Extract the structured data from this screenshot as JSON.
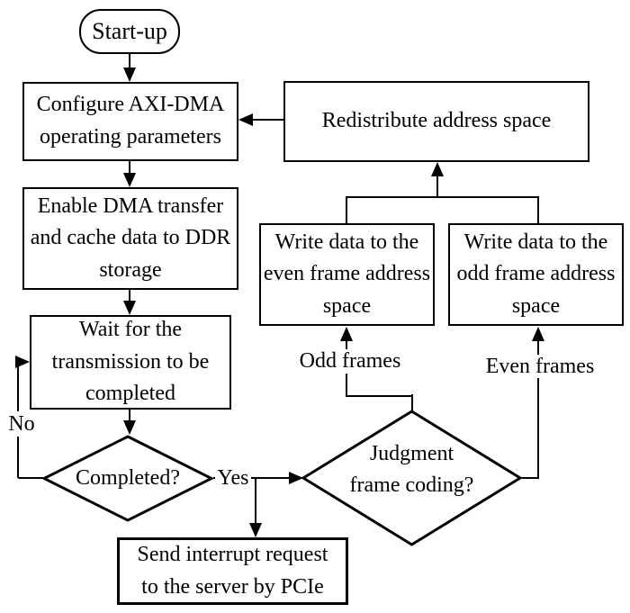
{
  "diagram": {
    "type": "flowchart",
    "colors": {
      "line": "#000000",
      "fill": "#ffffff",
      "text": "#000000"
    },
    "nodes": {
      "start": {
        "shape": "terminator",
        "label": "Start-up"
      },
      "configure": {
        "shape": "process",
        "label": "Configure AXI-DMA\noperating parameters"
      },
      "enable": {
        "shape": "process",
        "label": "Enable DMA transfer\nand cache data to DDR\nstorage"
      },
      "wait": {
        "shape": "process",
        "label": "Wait for the\ntransmission to be\ncompleted"
      },
      "completed": {
        "shape": "decision",
        "label": "Completed?"
      },
      "send": {
        "shape": "process",
        "label": "Send interrupt request\nto the server by PCIe"
      },
      "judgment": {
        "shape": "decision",
        "label": "Judgment\nframe coding?"
      },
      "write_even": {
        "shape": "process",
        "label": "Write data to the\neven frame address\nspace"
      },
      "write_odd": {
        "shape": "process",
        "label": "Write data to the\nodd frame address\nspace"
      },
      "redistribute": {
        "shape": "process",
        "label": "Redistribute address space"
      }
    },
    "edge_labels": {
      "no": "No",
      "yes": "Yes",
      "odd_frames": "Odd frames",
      "even_frames": "Even frames"
    },
    "edges": [
      {
        "from": "start",
        "to": "configure"
      },
      {
        "from": "configure",
        "to": "enable"
      },
      {
        "from": "enable",
        "to": "wait"
      },
      {
        "from": "wait",
        "to": "completed"
      },
      {
        "from": "completed",
        "to": "wait",
        "label": "No"
      },
      {
        "from": "completed",
        "to": "send",
        "label": "Yes"
      },
      {
        "from": "completed",
        "to": "judgment",
        "label": "Yes"
      },
      {
        "from": "judgment",
        "to": "write_even",
        "label": "Odd frames"
      },
      {
        "from": "judgment",
        "to": "write_odd",
        "label": "Even frames"
      },
      {
        "from": "write_even",
        "to": "redistribute"
      },
      {
        "from": "write_odd",
        "to": "redistribute"
      },
      {
        "from": "redistribute",
        "to": "configure"
      }
    ]
  }
}
